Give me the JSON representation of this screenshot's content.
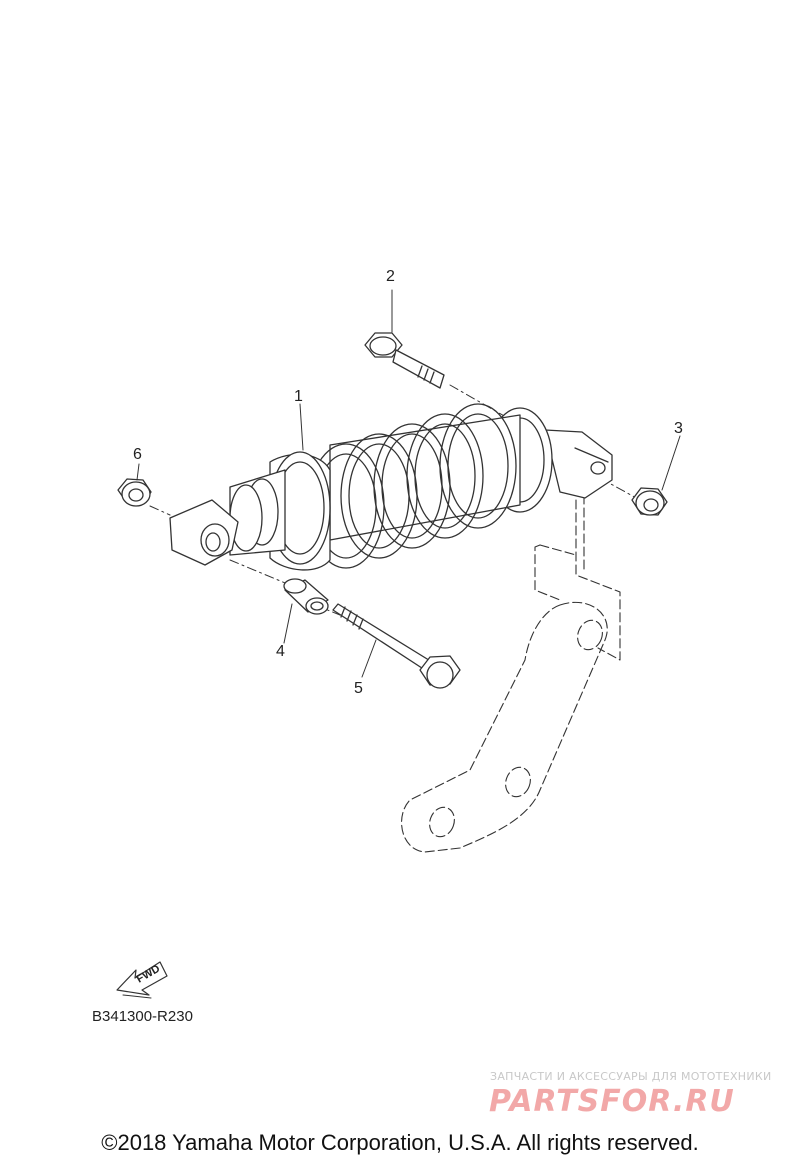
{
  "callouts": [
    {
      "id": "1",
      "label": "1"
    },
    {
      "id": "2",
      "label": "2"
    },
    {
      "id": "3",
      "label": "3"
    },
    {
      "id": "4",
      "label": "4"
    },
    {
      "id": "5",
      "label": "5"
    },
    {
      "id": "6",
      "label": "6"
    }
  ],
  "fwd_arrow_label": "FWD",
  "diagram_code": "B341300-R230",
  "watermark": {
    "tagline": "ЗАПЧАСТИ И АКСЕССУАРЫ ДЛЯ МОТОТЕХНИКИ",
    "logo": "PARTSFOR.RU"
  },
  "copyright": "©2018 Yamaha Motor Corporation, U.S.A. All rights reserved."
}
